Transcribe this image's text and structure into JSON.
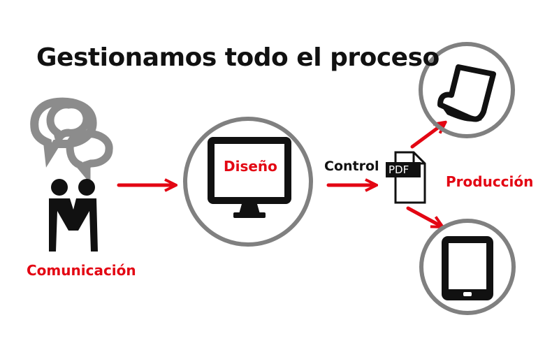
{
  "title": "Gestionamos todo el proceso",
  "stages": {
    "comunicacion": "Comunicación",
    "diseno": "Diseño",
    "control": "Control",
    "pdf": "PDF",
    "produccion": "Producción"
  },
  "colors": {
    "accent": "#e30613",
    "icon": "#111111",
    "chat": "#8c8c8c",
    "ring": "#808080"
  },
  "icons": [
    "speech-bubbles-icon",
    "handshake-icon",
    "monitor-icon",
    "pdf-document-icon",
    "paper-print-icon",
    "tablet-icon"
  ]
}
